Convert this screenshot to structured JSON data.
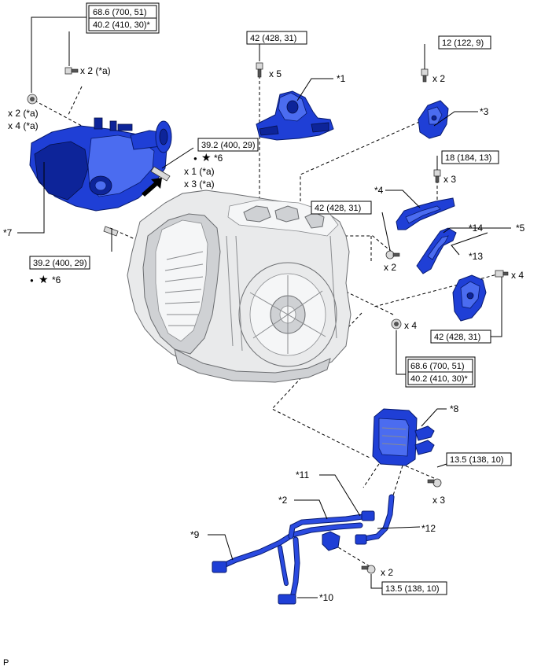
{
  "torque": {
    "t_68_6": "68.6 (700, 51)",
    "t_40_2": "40.2 (410, 30)*",
    "t_42": "42 (428, 31)",
    "t_12": "12 (122, 9)",
    "t_18": "18 (184, 13)",
    "t_39_2": "39.2 (400, 29)",
    "t_13_5": "13.5 (138, 10)"
  },
  "qty": {
    "x2a": "x 2 (*a)",
    "x4a": "x 4 (*a)",
    "x1a": "x 1 (*a)",
    "x3a": "x 3 (*a)",
    "x2": "x 2",
    "x3": "x 3",
    "x4": "x 4",
    "x5": "x 5"
  },
  "callouts": {
    "c1": "*1",
    "c2": "*2",
    "c3": "*3",
    "c4": "*4",
    "c5": "*5",
    "c6": "*6",
    "c7": "*7",
    "c8": "*8",
    "c9": "*9",
    "c10": "*10",
    "c11": "*11",
    "c12": "*12",
    "c13": "*13",
    "c14": "*14"
  },
  "symbols": {
    "dot": "●",
    "star": "★"
  },
  "footer": {
    "code": "P"
  },
  "colors": {
    "part_blue": "#1f3fd6",
    "case_gray": "#e9eaeb"
  }
}
